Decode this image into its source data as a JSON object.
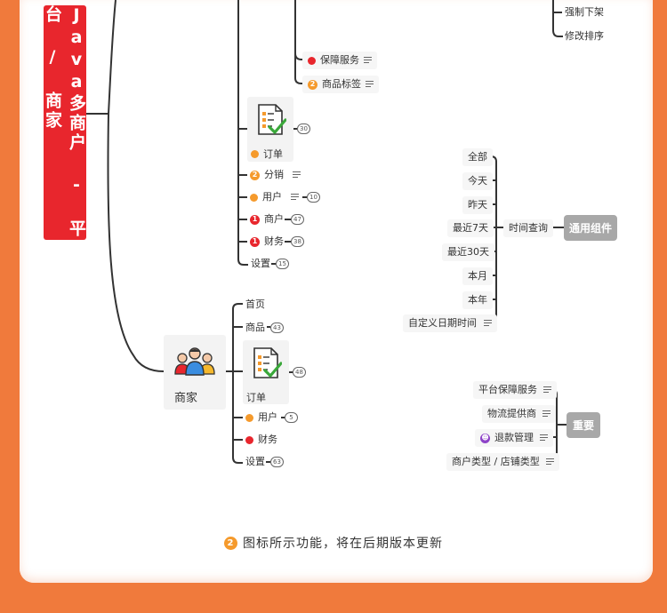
{
  "title": "Java多商户 - 平台 / 商家",
  "colors": {
    "accent_red": "#e8262d",
    "accent_orange": "#f59a2c",
    "frame": "#f07a3c",
    "purple": "#8e44c8"
  },
  "platform": {
    "top_right_items": [
      "强制下架",
      "修改排序"
    ],
    "goods_items": [
      {
        "label": "保障服务",
        "marker": "red-dot"
      },
      {
        "label": "商品标签",
        "marker": "badge",
        "badge": "2",
        "color": "orange"
      }
    ],
    "order": {
      "label": "订单",
      "count": "30",
      "icon": "checklist-icon"
    },
    "items": [
      {
        "label": "分销",
        "marker": "badge",
        "badge": "2",
        "color": "orange",
        "note": true
      },
      {
        "label": "用户",
        "marker": "orange-dot",
        "note": true,
        "count": "10"
      },
      {
        "label": "商户",
        "marker": "badge",
        "badge": "1",
        "color": "red",
        "count": "47"
      },
      {
        "label": "财务",
        "marker": "badge",
        "badge": "1",
        "color": "red",
        "count": "38"
      },
      {
        "label": "设置",
        "count": "15"
      }
    ]
  },
  "merchant": {
    "label": "商家",
    "icon": "people-icon",
    "items": [
      {
        "label": "首页"
      },
      {
        "label": "商品",
        "count": "43"
      }
    ],
    "order": {
      "label": "订单",
      "count": "48",
      "icon": "checklist-icon"
    },
    "items2": [
      {
        "label": "用户",
        "marker": "orange-dot",
        "count": "5"
      },
      {
        "label": "财务",
        "marker": "red-dot"
      },
      {
        "label": "设置",
        "count": "63"
      }
    ]
  },
  "common": {
    "label": "通用组件",
    "group": "时间查询",
    "options": [
      "全部",
      "今天",
      "昨天",
      "最近7天",
      "最近30天",
      "本月",
      "本年",
      "自定义日期时间"
    ]
  },
  "important": {
    "label": "重要",
    "items": [
      {
        "label": "平台保障服务"
      },
      {
        "label": "物流提供商"
      },
      {
        "label": "退款管理",
        "badge": "purple"
      },
      {
        "label": "商户类型 / 店铺类型"
      }
    ]
  },
  "footer": {
    "badge": "2",
    "text": "图标所示功能，将在后期版本更新"
  }
}
